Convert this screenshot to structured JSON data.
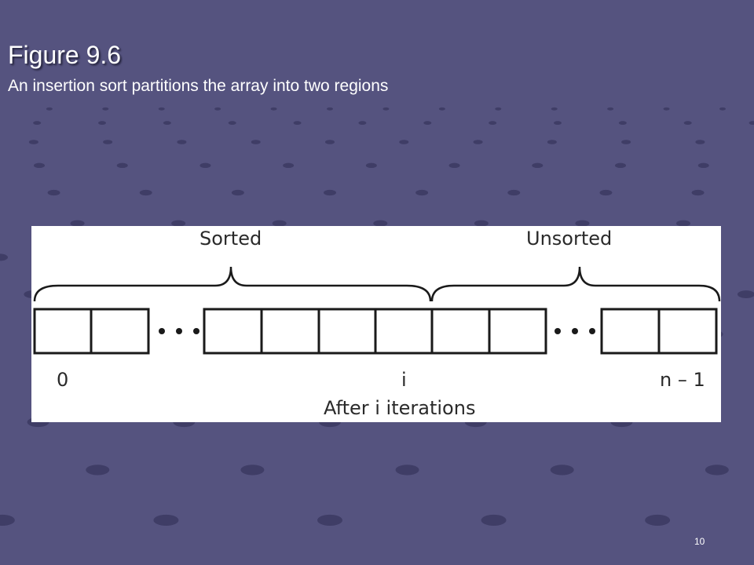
{
  "slide": {
    "title": "Figure 9.6",
    "subtitle": "An insertion sort partitions the array into two regions",
    "page_number": "10"
  },
  "diagram": {
    "region_labels": {
      "sorted": "Sorted",
      "unsorted": "Unsorted"
    },
    "index_labels": {
      "first": "0",
      "middle": "i",
      "last": "n – 1"
    },
    "caption": "After i iterations",
    "ellipsis": "• • •"
  },
  "colors": {
    "background": "#55537f",
    "dot": "#3f3d66",
    "figure_bg": "#ffffff",
    "ink": "#1a1a1a"
  }
}
